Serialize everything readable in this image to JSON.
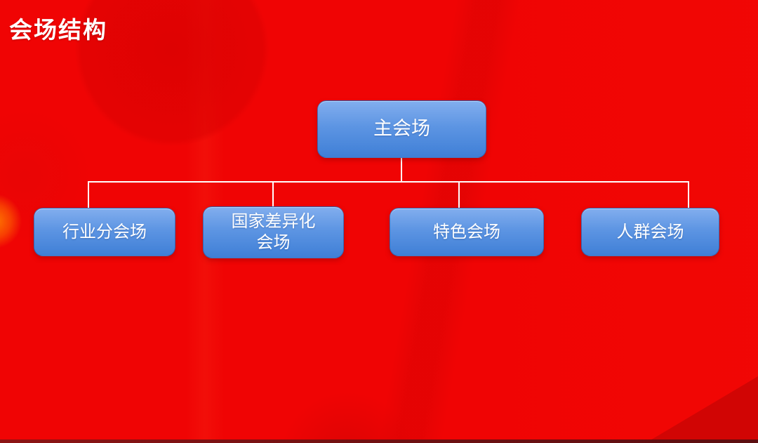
{
  "slide": {
    "title": "会场结构"
  },
  "org_chart": {
    "type": "org-tree",
    "root": {
      "label": "主会场"
    },
    "children": [
      {
        "label": "行业分会场"
      },
      {
        "label": "国家差异化\n会场"
      },
      {
        "label": "特色会场"
      },
      {
        "label": "人群会场"
      }
    ]
  },
  "colors": {
    "background_red": "#f00404",
    "node_gradient_top": "#82aeee",
    "node_gradient_bottom": "#3f7fd6",
    "node_border": "#1e4b96",
    "node_text": "#ffffff",
    "connector": "#ffffff",
    "title_text": "#ffffff",
    "bottom_strip_left": "#8d1414",
    "bottom_strip_right": "#5c0e10",
    "accent_orange_glow": "#ff8000"
  }
}
